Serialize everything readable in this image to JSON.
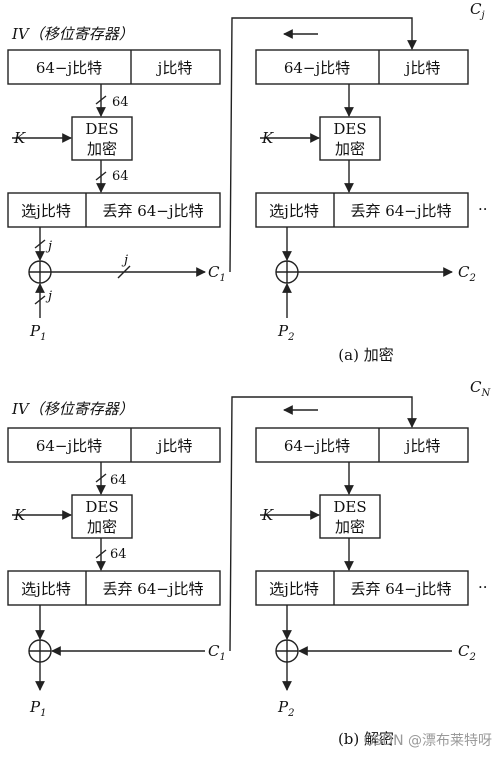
{
  "encryption": {
    "iv_label": "IV（移位寄存器）",
    "shift_left": "64−j比特",
    "shift_right": "j比特",
    "des_top": "DES",
    "des_bottom": "加密",
    "key_label": "K",
    "select_left": "选j比特",
    "select_right": "丢弃 64−j比特",
    "bit64": "64",
    "bitj": "j",
    "p1": "P",
    "p1_sub": "1",
    "p2": "P",
    "p2_sub": "2",
    "c1": "C",
    "c1_sub": "1",
    "c2": "C",
    "c2_sub": "2",
    "c_corner": "C",
    "c_corner_sub": "j",
    "ellipsis": "··",
    "caption": "(a) 加密"
  },
  "decryption": {
    "iv_label": "IV（移位寄存器）",
    "shift_left": "64−j比特",
    "shift_right": "j比特",
    "des_top": "DES",
    "des_bottom": "加密",
    "key_label": "K",
    "select_left": "选j比特",
    "select_right": "丢弃 64−j比特",
    "bit64": "64",
    "p1": "P",
    "p1_sub": "1",
    "p2": "P",
    "p2_sub": "2",
    "c1": "C",
    "c1_sub": "1",
    "c2": "C",
    "c2_sub": "2",
    "c_corner": "C",
    "c_corner_sub": "N",
    "ellipsis": "··",
    "caption": "(b) 解密"
  },
  "watermark": "CSDN @漂布莱特呀",
  "colors": {
    "line": "#222222",
    "text": "#111111",
    "watermark": "#9a9a9a"
  }
}
